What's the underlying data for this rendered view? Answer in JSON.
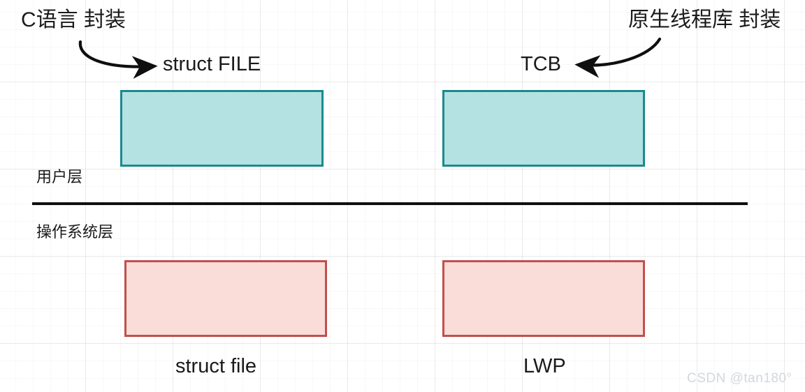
{
  "diagram": {
    "title_top_left": "C语言 封装",
    "title_top_right": "原生线程库 封装",
    "user_box_left_label": "struct FILE",
    "user_box_right_label": "TCB",
    "layer_upper_label": "用户层",
    "layer_lower_label": "操作系统层",
    "kernel_box_left_label": "struct file",
    "kernel_box_right_label": "LWP",
    "watermark": "CSDN @tan180°",
    "colors": {
      "user_box_fill": "#b4e2e2",
      "user_box_border": "#1b8a8f",
      "kernel_box_fill": "#fadcd8",
      "kernel_box_border": "#c0504d",
      "divider": "#0f0f0f",
      "text": "#1a1a1a",
      "watermark": "#d3d7de",
      "grid": "#e8e8e8",
      "background": "#ffffff"
    },
    "arrows": [
      {
        "name": "arrow-c-to-struct-file",
        "direction": "left-to-right"
      },
      {
        "name": "arrow-thread-lib-to-tcb",
        "direction": "right-to-left"
      }
    ]
  }
}
